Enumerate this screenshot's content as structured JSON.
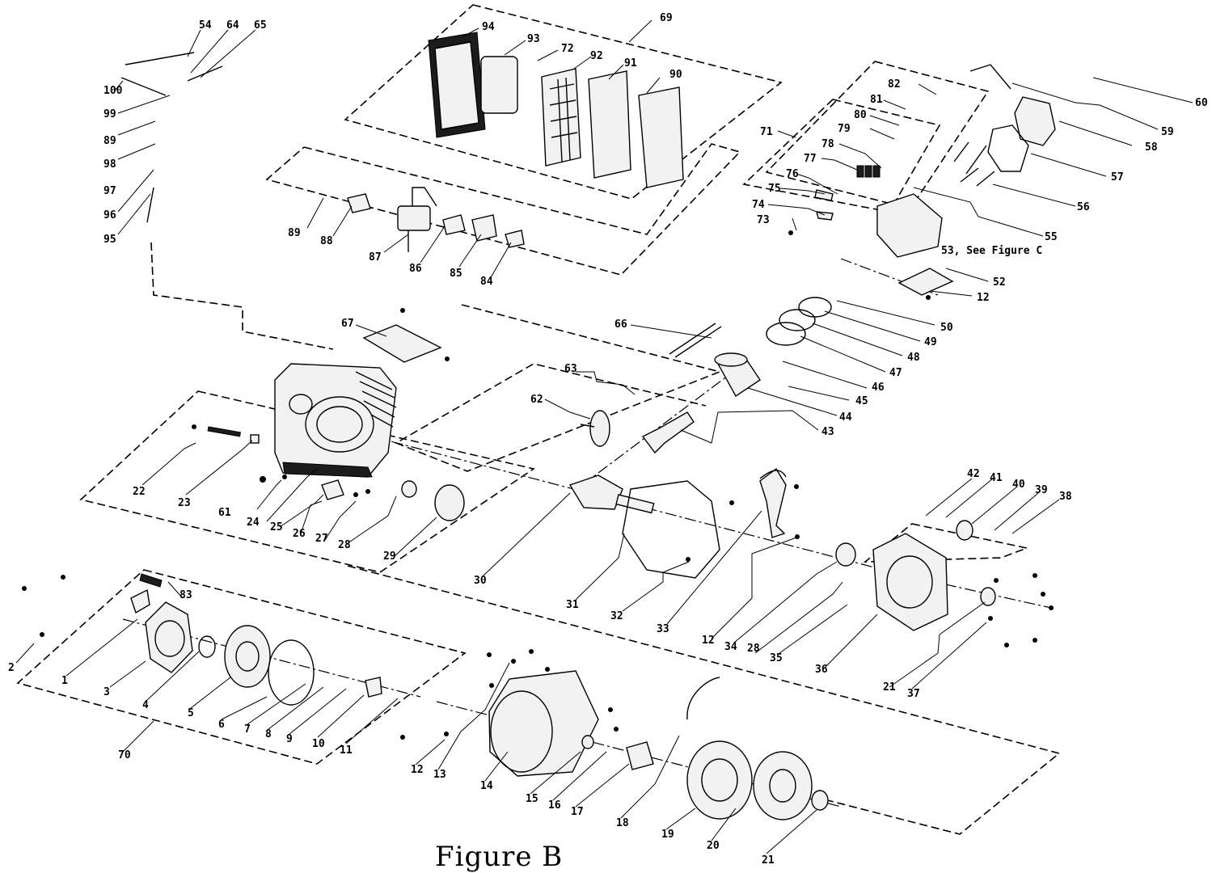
{
  "figure": {
    "title": "Figure B"
  },
  "callouts": [
    "1",
    "2",
    "3",
    "4",
    "5",
    "6",
    "7",
    "8",
    "9",
    "10",
    "11",
    "12",
    "13",
    "14",
    "15",
    "16",
    "17",
    "18",
    "19",
    "20",
    "21",
    "22",
    "23",
    "24",
    "25",
    "26",
    "27",
    "28",
    "29",
    "30",
    "31",
    "32",
    "33",
    "34",
    "35",
    "36",
    "37",
    "38",
    "39",
    "40",
    "41",
    "42",
    "43",
    "44",
    "45",
    "46",
    "47",
    "48",
    "49",
    "50",
    "52",
    "53, See Figure C",
    "54",
    "55",
    "56",
    "57",
    "58",
    "59",
    "60",
    "61",
    "62",
    "63",
    "64",
    "65",
    "66",
    "67",
    "69",
    "70",
    "71",
    "72",
    "73",
    "74",
    "75",
    "76",
    "77",
    "78",
    "79",
    "80",
    "81",
    "82",
    "83",
    "84",
    "85",
    "86",
    "87",
    "88",
    "89",
    "90",
    "91",
    "92",
    "93",
    "94",
    "95",
    "96",
    "97",
    "98",
    "99",
    "100"
  ]
}
